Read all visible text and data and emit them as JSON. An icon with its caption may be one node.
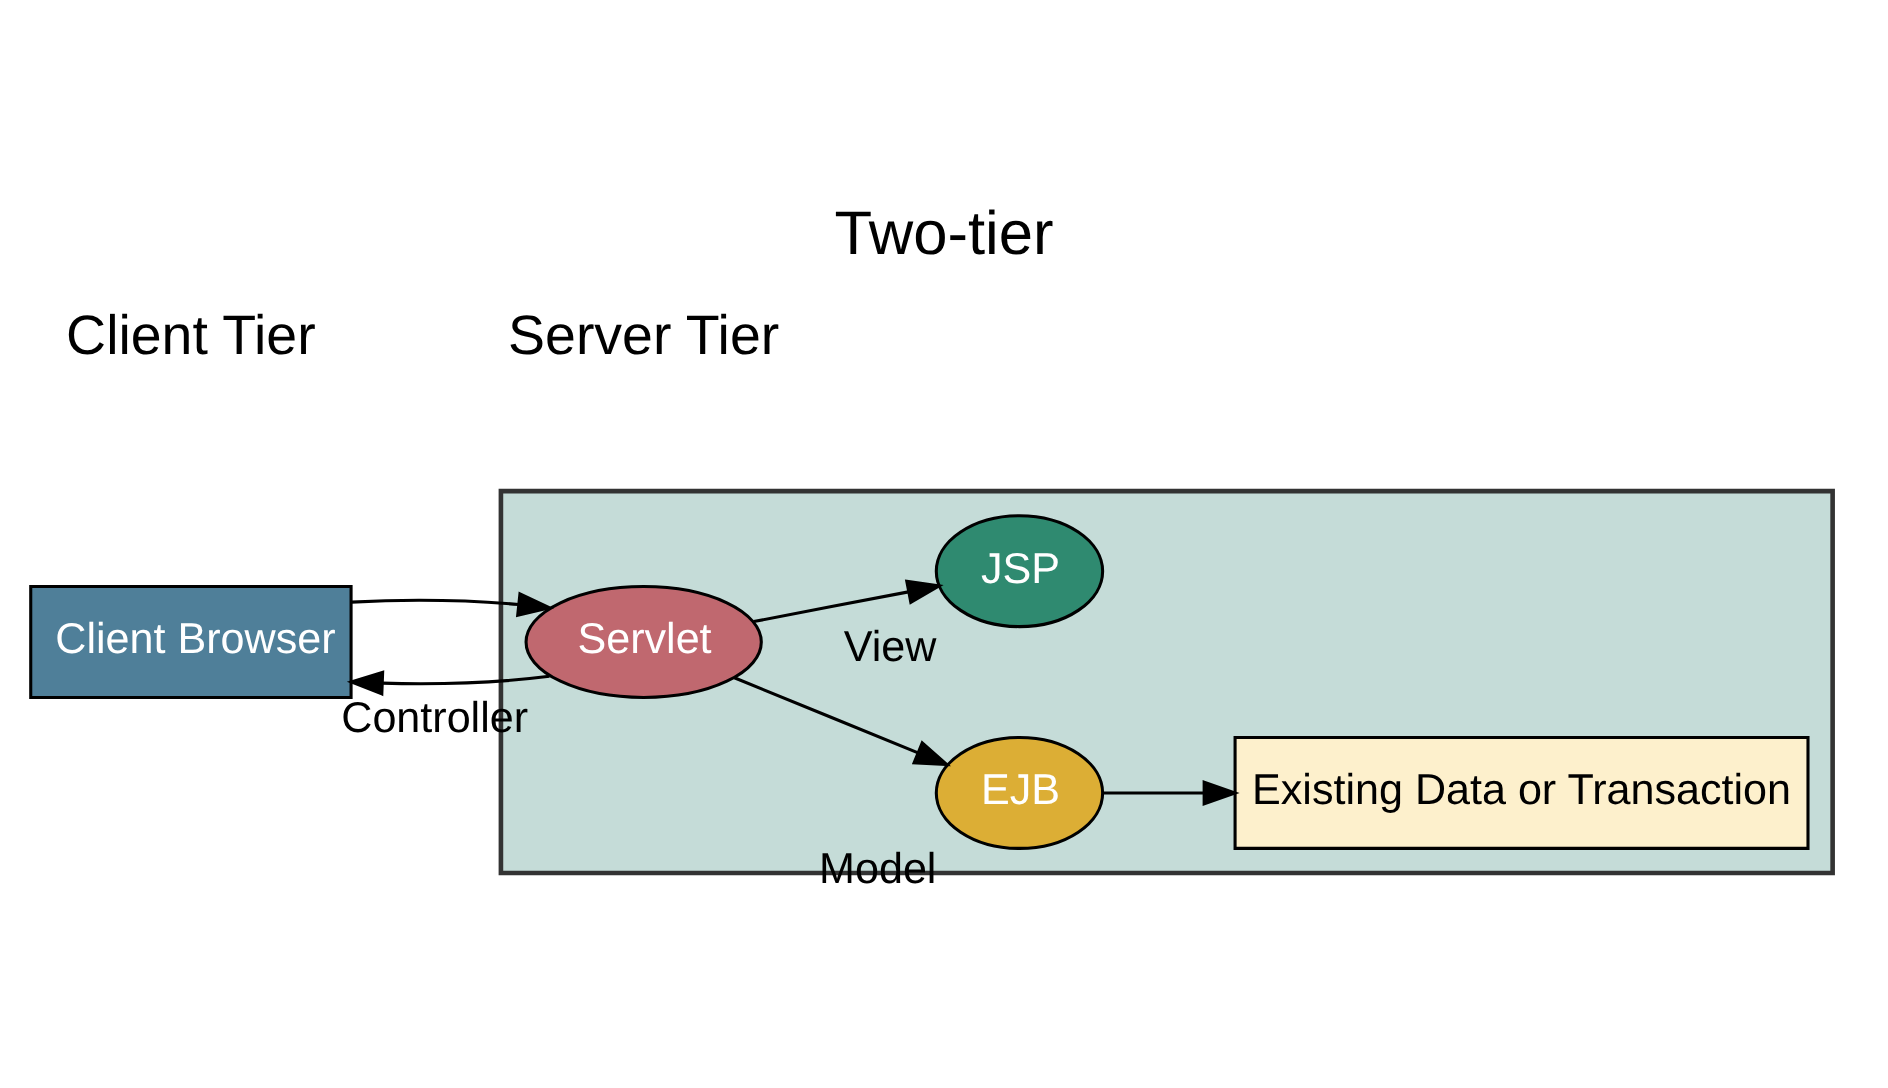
{
  "diagram": {
    "title": "Two-tier",
    "nodes": [
      {
        "text": [
          "Client Browser"
        ]
      },
      {
        "text": [],
        "shape": "box"
      },
      {
        "text": [
          "Servlet"
        ],
        "beside": [
          "Controller"
        ],
        "in": 1
      },
      {
        "text": [
          "EJB"
        ],
        "beside": [
          "Model"
        ],
        "in": 1
      },
      {
        "text": [
          "JSP"
        ],
        "beside": [
          "View"
        ],
        "in": 1
      },
      {
        "text": [
          "Existing Data or Transaction"
        ],
        "in": 1
      }
    ],
    "edges": [
      {
        "from": 0,
        "to": 2,
        "arrow": "to"
      },
      {
        "from": 2,
        "to": 0,
        "arrow": "to"
      },
      {
        "from": 2,
        "to": 3,
        "arrow": "to"
      },
      {
        "from": 2,
        "to": 4,
        "arrow": "to"
      },
      {
        "from": 3,
        "to": 5,
        "arrow": "to"
      }
    ],
    "labels": [
      "Client Tier",
      "Server Tier"
    ]
  }
}
